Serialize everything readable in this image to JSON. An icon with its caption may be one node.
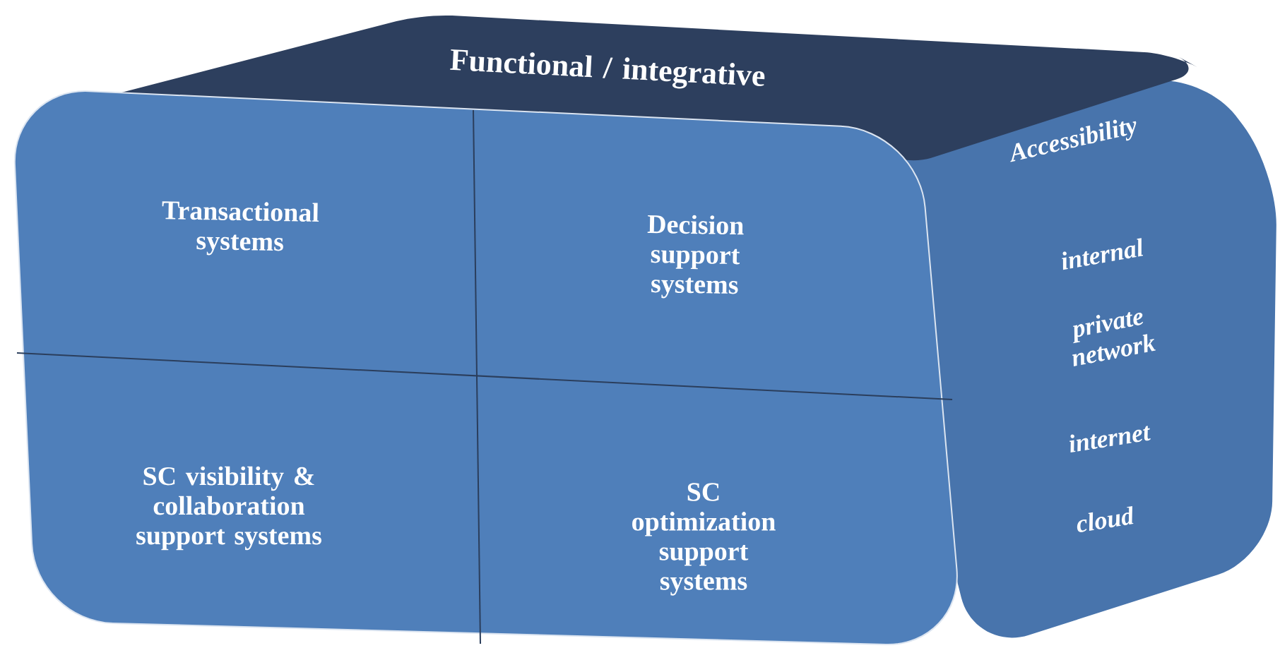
{
  "diagram": {
    "nodes": [
      {
        "text": [
          "Functional / integrative"
        ]
      },
      {
        "text": [],
        "shape": "box"
      },
      {
        "text": [
          "Transactional systems"
        ],
        "in": 1
      },
      {
        "text": [
          "Decision support systems"
        ],
        "in": 1
      },
      {
        "text": [
          "SC visibility & collaboration support systems"
        ],
        "in": 1
      },
      {
        "text": [
          "SC optimization support systems"
        ],
        "in": 1
      },
      {
        "text": [
          "Accessibility",
          "internal",
          "private network",
          "internet",
          "cloud"
        ]
      }
    ],
    "edges": []
  }
}
